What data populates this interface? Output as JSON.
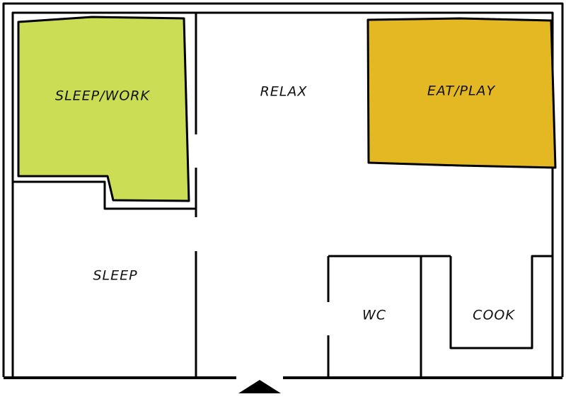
{
  "rooms": {
    "sleep_work": "SLEEP/WORK",
    "relax": "RELAX",
    "eat_play": "EAT/PLAY",
    "sleep": "SLEEP",
    "wc": "WC",
    "cook": "COOK"
  },
  "colors": {
    "sleep_work_zone": "#cbdc55",
    "eat_play_zone": "#e3b822"
  },
  "icons": {
    "entrance": "triangle-up"
  }
}
